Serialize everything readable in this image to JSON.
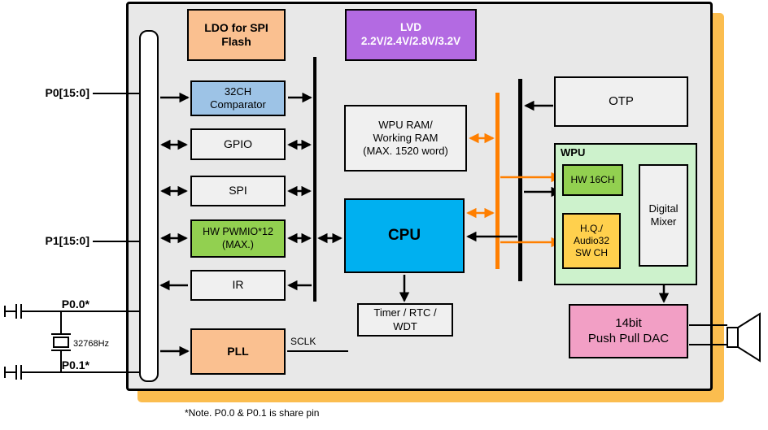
{
  "blocks": {
    "ldo": "LDO for SPI\nFlash",
    "lvd": "LVD\n2.2V/2.4V/2.8V/3.2V",
    "comparator": "32CH\nComparator",
    "gpio": "GPIO",
    "spi": "SPI",
    "pwmio": "HW PWMIO*12\n(MAX.)",
    "ir": "IR",
    "pll": "PLL",
    "wpu_ram": "WPU RAM/\nWorking RAM\n(MAX. 1520 word)",
    "cpu": "CPU",
    "timer": "Timer / RTC /\nWDT",
    "otp": "OTP",
    "wpu": "WPU",
    "hw16ch": "HW 16CH",
    "hq_audio": "H.Q./\nAudio32\nSW CH",
    "digital_mixer": "Digital\nMixer",
    "dac": "14bit\nPush Pull DAC"
  },
  "pins": {
    "p0": "P0[15:0]",
    "p1": "P1[15:0]",
    "p0_0": "P0.0*",
    "p0_1": "P0.1*"
  },
  "labels": {
    "crystal_freq": "32768Hz",
    "sclk": "SCLK",
    "note": "*Note. P0.0 & P0.1 is share pin"
  },
  "colors": {
    "shadow": "#FBBD4F",
    "chip_bg": "#E8E8E8",
    "peach": "#FAC090",
    "purple": "#B36AE2",
    "blue": "#9DC3E6",
    "green": "#92D050",
    "yellow": "#FFD04D",
    "wpu_bg": "#CDF2CC",
    "cyan": "#00B0F0",
    "pink": "#F29FC5",
    "gray_box": "#F0F0F0",
    "orange_bus": "#FF7F00"
  }
}
